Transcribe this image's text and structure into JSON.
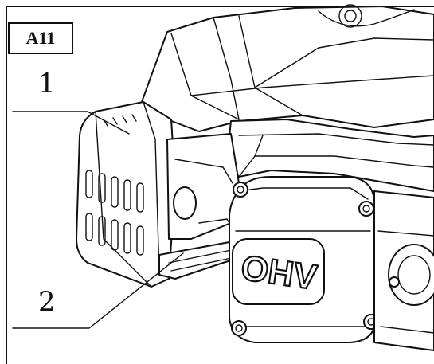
{
  "figure": {
    "label": "A11",
    "callouts": [
      "1",
      "2"
    ],
    "engine_cover_text": "OHV"
  },
  "colors": {
    "line": "#111111",
    "background": "#ffffff"
  }
}
